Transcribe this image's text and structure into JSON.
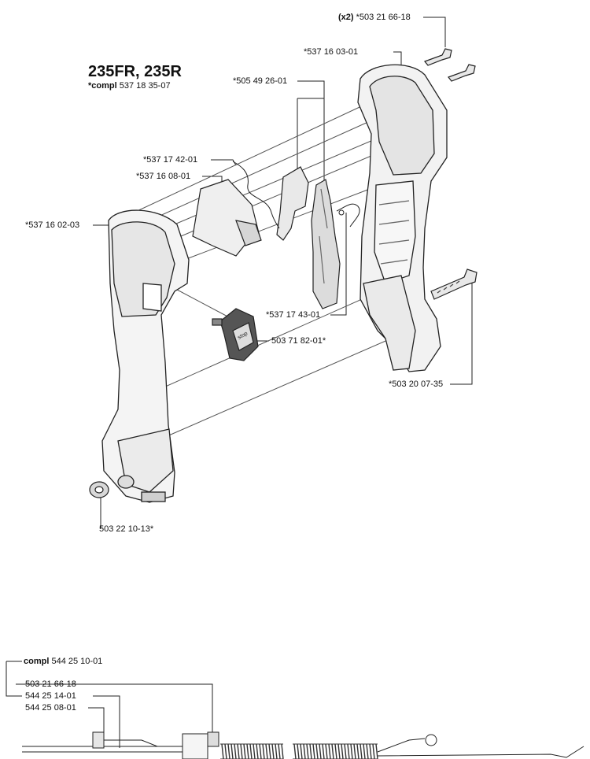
{
  "title": "235FR, 235R",
  "subtitle": {
    "prefix": "*compl",
    "number": "537 18 35-07"
  },
  "parts": {
    "screw_x2": {
      "qty": "(x2)",
      "number": "*503 21 66-18"
    },
    "handle_half_right": "*537 16 03-01",
    "lever_throttle": "*505 49 26-01",
    "spring_1": "*537 17 42-01",
    "lock_lever": "*537 16 08-01",
    "handle_half_left": "*537 16 02-03",
    "spring_2": "*537 17 43-01",
    "stop_switch": "503 71 82-01*",
    "screw_bottom": "*503 20 07-35",
    "nut": "503 22 10-13*"
  },
  "cable_assembly": {
    "prefix": "compl",
    "number": "544 25 10-01",
    "items": [
      "503 21 66-18",
      "544 25 14-01",
      "544 25 08-01"
    ]
  },
  "switch_brand": "stop"
}
